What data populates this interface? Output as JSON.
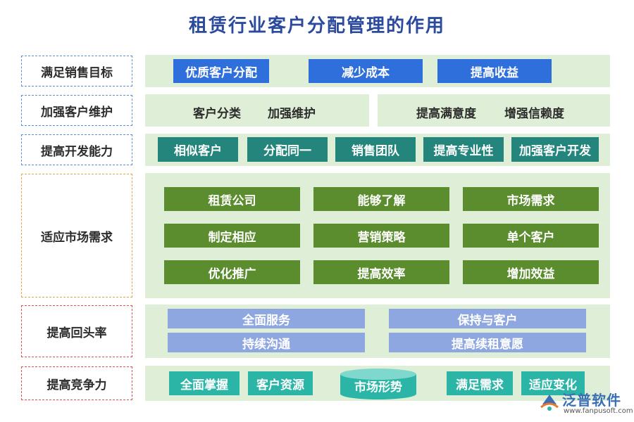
{
  "title": "租赁行业客户分配管理的作用",
  "rows": {
    "r1": {
      "label": "满足销售目标",
      "items": [
        "优质客户分配",
        "减少成本",
        "提高收益"
      ]
    },
    "r2": {
      "label": "加强客户维护",
      "left": [
        "客户分类",
        "加强维护"
      ],
      "right": [
        "提高满意度",
        "增强信赖度"
      ]
    },
    "r3": {
      "label": "提高开发能力",
      "items": [
        "相似客户",
        "分配同一",
        "销售团队",
        "提高专业性",
        "加强客户开发"
      ]
    },
    "r4": {
      "label": "适应市场需求",
      "items": [
        "租赁公司",
        "能够了解",
        "市场需求",
        "制定相应",
        "营销策略",
        "单个客户",
        "优化推广",
        "提高效率",
        "增加效益"
      ]
    },
    "r5": {
      "label": "提高回头率",
      "items": [
        "全面服务",
        "保持与客户",
        "持续沟通",
        "提高续租意愿"
      ]
    },
    "r6": {
      "label": "提高竞争力",
      "items": [
        "全面掌握",
        "客户资源",
        "市场形势",
        "满足需求",
        "适应变化"
      ]
    }
  },
  "logo": {
    "name": "泛普软件",
    "url": "www.fanpusoft.com"
  },
  "colors": {
    "title": "#2b4a9e",
    "panel": "#dfeed6",
    "blue": "#2f6fdb",
    "teal": "#23857b",
    "green": "#5b8d2e",
    "lavender": "#8fa7e0",
    "aqua": "#2ab5a6"
  }
}
